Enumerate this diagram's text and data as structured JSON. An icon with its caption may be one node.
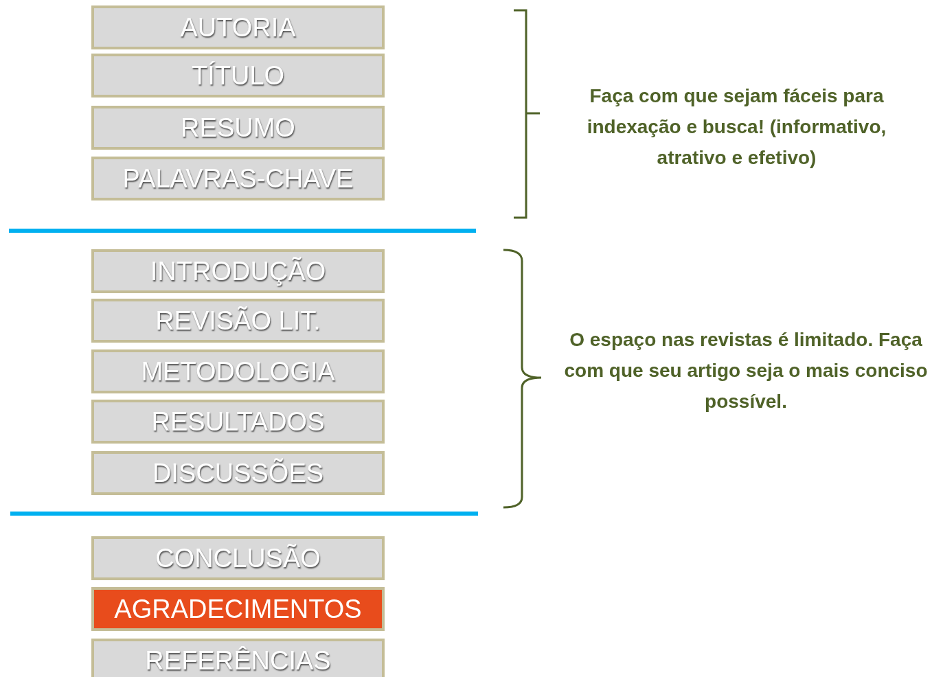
{
  "diagram": {
    "nodes": [
      {
        "text": [
          "AUTORIA"
        ]
      },
      {
        "text": [
          "TÍTULO"
        ]
      },
      {
        "text": [
          "RESUMO"
        ]
      },
      {
        "text": [
          "PALAVRAS-CHAVE"
        ]
      },
      {
        "text": [
          "INTRODUÇÃO"
        ]
      },
      {
        "text": [
          "REVISÃO LIT."
        ]
      },
      {
        "text": [
          "METODOLOGIA"
        ]
      },
      {
        "text": [
          "RESULTADOS"
        ]
      },
      {
        "text": [
          "DISCUSSÕES"
        ]
      },
      {
        "text": [
          "CONCLUSÃO"
        ]
      },
      {
        "text": [
          "AGRADECIMENTOS"
        ]
      },
      {
        "text": [
          "REFERÊNCIAS"
        ]
      }
    ],
    "labels": [
      "Faça com que sejam fáceis para indexação e busca! (informativo, atrativo e efetivo)",
      "O espaço nas revistas é limitado. Faça com que seu artigo seja o mais conciso possível."
    ]
  }
}
